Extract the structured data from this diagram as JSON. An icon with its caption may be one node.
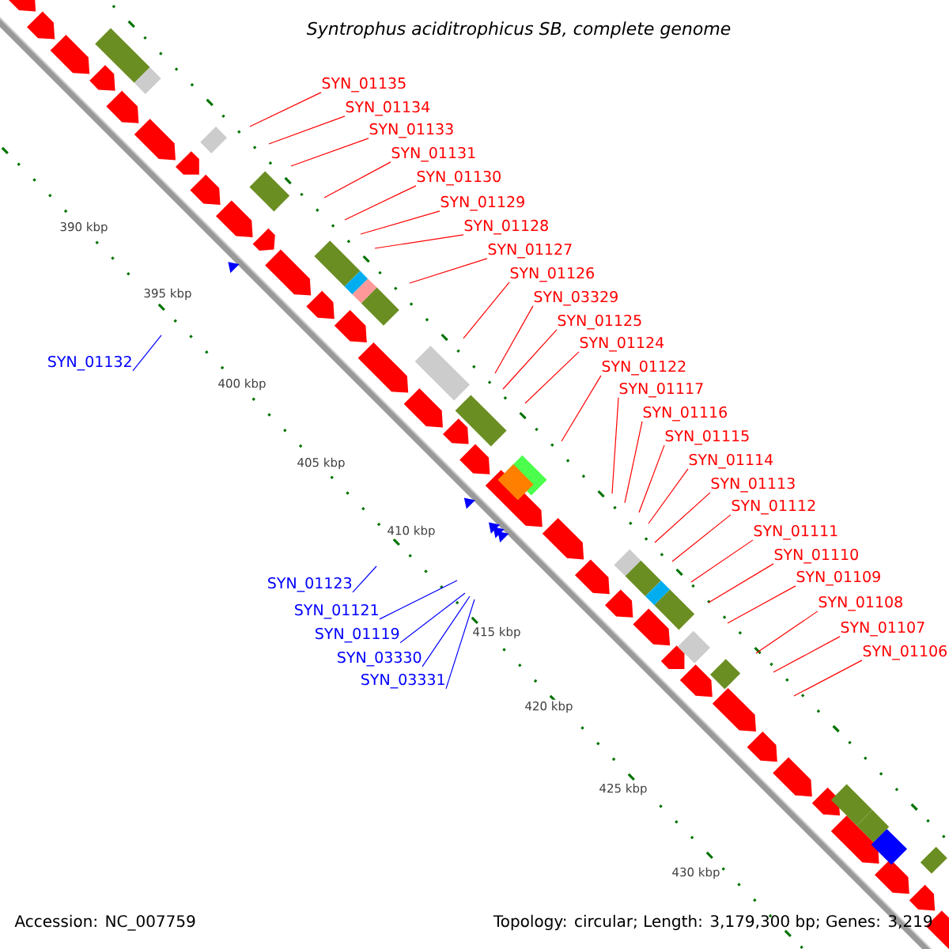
{
  "diagram": {
    "title": "Syntrophus aciditrophicus SB, complete genome",
    "nodes": [
      {
        "text": [
          "SYN_01135"
        ]
      },
      {
        "text": [
          "SYN_01134"
        ]
      },
      {
        "text": [
          "SYN_01133"
        ]
      },
      {
        "text": [
          "SYN_01131"
        ]
      },
      {
        "text": [
          "SYN_01130"
        ]
      },
      {
        "text": [
          "SYN_01129"
        ]
      },
      {
        "text": [
          "SYN_01128"
        ]
      },
      {
        "text": [
          "SYN_01127"
        ]
      },
      {
        "text": [
          "SYN_01126"
        ]
      },
      {
        "text": [
          "SYN_03329"
        ]
      },
      {
        "text": [
          "SYN_01125"
        ]
      },
      {
        "text": [
          "SYN_01124"
        ]
      },
      {
        "text": [
          "SYN_01122"
        ]
      },
      {
        "text": [
          "SYN_01117"
        ]
      },
      {
        "text": [
          "SYN_01116"
        ]
      },
      {
        "text": [
          "SYN_01115"
        ]
      },
      {
        "text": [
          "SYN_01114"
        ]
      },
      {
        "text": [
          "SYN_01113"
        ]
      },
      {
        "text": [
          "SYN_01112"
        ]
      },
      {
        "text": [
          "SYN_01111"
        ]
      },
      {
        "text": [
          "SYN_01110"
        ]
      },
      {
        "text": [
          "SYN_01109"
        ]
      },
      {
        "text": [
          "SYN_01108"
        ]
      },
      {
        "text": [
          "SYN_01107"
        ]
      },
      {
        "text": [
          "SYN_01106"
        ]
      },
      {
        "text": [
          "SYN_01132"
        ]
      },
      {
        "text": [
          "SYN_01123"
        ]
      },
      {
        "text": [
          "SYN_01121"
        ]
      },
      {
        "text": [
          "SYN_01119"
        ]
      },
      {
        "text": [
          "SYN_03330"
        ]
      },
      {
        "text": [
          "SYN_03331"
        ]
      }
    ],
    "edges": [
      {
        "from": 0,
        "to": null,
        "arrow": "none"
      },
      {
        "from": 1,
        "to": null,
        "arrow": "none"
      },
      {
        "from": 2,
        "to": null,
        "arrow": "none"
      },
      {
        "from": 3,
        "to": null,
        "arrow": "none"
      },
      {
        "from": 4,
        "to": null,
        "arrow": "none"
      },
      {
        "from": 5,
        "to": null,
        "arrow": "none"
      },
      {
        "from": 6,
        "to": null,
        "arrow": "none"
      },
      {
        "from": 7,
        "to": null,
        "arrow": "none"
      },
      {
        "from": 8,
        "to": null,
        "arrow": "none"
      },
      {
        "from": 9,
        "to": null,
        "arrow": "none"
      },
      {
        "from": 10,
        "to": null,
        "arrow": "none"
      },
      {
        "from": 11,
        "to": null,
        "arrow": "none"
      },
      {
        "from": 12,
        "to": null,
        "arrow": "none"
      },
      {
        "from": 13,
        "to": null,
        "arrow": "none"
      },
      {
        "from": 14,
        "to": null,
        "arrow": "none"
      },
      {
        "from": 15,
        "to": null,
        "arrow": "none"
      },
      {
        "from": 16,
        "to": null,
        "arrow": "none"
      },
      {
        "from": 17,
        "to": null,
        "arrow": "none"
      },
      {
        "from": 18,
        "to": null,
        "arrow": "none"
      },
      {
        "from": 19,
        "to": null,
        "arrow": "none"
      },
      {
        "from": 20,
        "to": null,
        "arrow": "none"
      },
      {
        "from": 21,
        "to": null,
        "arrow": "none"
      },
      {
        "from": 22,
        "to": null,
        "arrow": "none"
      },
      {
        "from": 23,
        "to": null,
        "arrow": "none"
      },
      {
        "from": 24,
        "to": null,
        "arrow": "none"
      },
      {
        "from": 25,
        "to": null,
        "arrow": "none",
        "color": "#0000ff"
      },
      {
        "from": 26,
        "to": null,
        "arrow": "none",
        "color": "#0000ff"
      },
      {
        "from": 27,
        "to": null,
        "arrow": "none",
        "color": "#0000ff"
      },
      {
        "from": 28,
        "to": null,
        "arrow": "none",
        "color": "#0000ff"
      },
      {
        "from": 29,
        "to": null,
        "arrow": "none",
        "color": "#0000ff"
      },
      {
        "from": 30,
        "to": null,
        "arrow": "none",
        "color": "#0000ff"
      }
    ],
    "labels": [
      "390 kbp",
      "395 kbp",
      "400 kbp",
      "405 kbp",
      "410 kbp",
      "415 kbp",
      "420 kbp",
      "425 kbp",
      "430 kbp",
      "Accession: NC_007759",
      "Topology: circular; Length: 3,179,300 bp; Genes: 3,219"
    ]
  }
}
